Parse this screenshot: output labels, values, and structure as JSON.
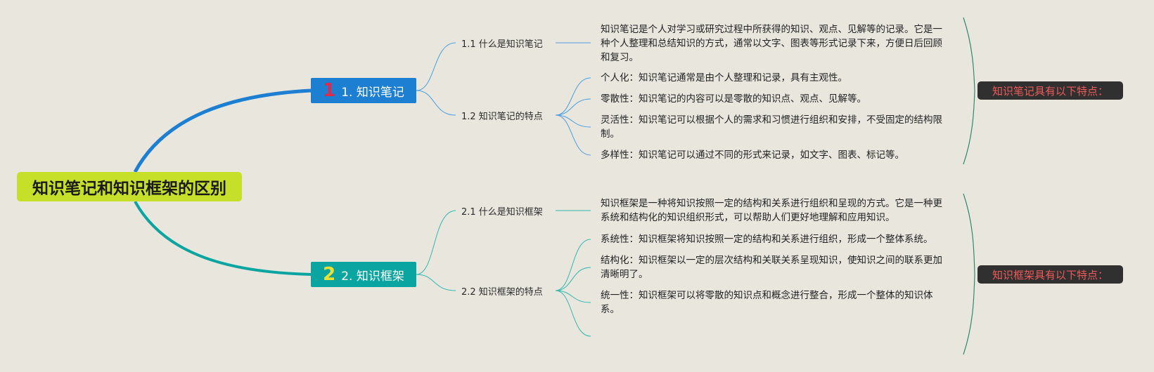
{
  "root": {
    "title": "知识笔记和知识框架的区别"
  },
  "branches": [
    {
      "num": "1",
      "label": "1. 知识笔记",
      "subs": [
        {
          "label": "1.1 什么是知识笔记",
          "leaves": [
            "知识笔记是个人对学习或研究过程中所获得的知识、观点、见解等的记录。它是一种个人整理和总结知识的方式，通常以文字、图表等形式记录下来，方便日后回顾和复习。"
          ]
        },
        {
          "label": "1.2 知识笔记的特点",
          "leaves": [
            "个人化：知识笔记通常是由个人整理和记录，具有主观性。",
            "零散性：知识笔记的内容可以是零散的知识点、观点、见解等。",
            "灵活性：知识笔记可以根据个人的需求和习惯进行组织和安排，不受固定的结构限制。",
            "多样性：知识笔记可以通过不同的形式来记录，如文字、图表、标记等。"
          ]
        }
      ],
      "summary": "知识笔记具有以下特点："
    },
    {
      "num": "2",
      "label": "2. 知识框架",
      "subs": [
        {
          "label": "2.1 什么是知识框架",
          "leaves": [
            "知识框架是一种将知识按照一定的结构和关系进行组织和呈现的方式。它是一种更系统和结构化的知识组织形式，可以帮助人们更好地理解和应用知识。"
          ]
        },
        {
          "label": "2.2 知识框架的特点",
          "leaves": [
            "系统性：知识框架将知识按照一定的结构和关系进行组织，形成一个整体系统。",
            "结构化：知识框架以一定的层次结构和关联关系呈现知识，使知识之间的联系更加清晰明了。",
            "统一性：知识框架可以将零散的知识点和概念进行整合，形成一个整体的知识体系。",
            ""
          ]
        }
      ],
      "summary": "知识框架具有以下特点："
    }
  ],
  "colors": {
    "background": "#e9e6de",
    "root": "#c6e02a",
    "branch1": "#1c7fd1",
    "branch2": "#0aa5a0",
    "summary_text": "#f05a5a"
  }
}
